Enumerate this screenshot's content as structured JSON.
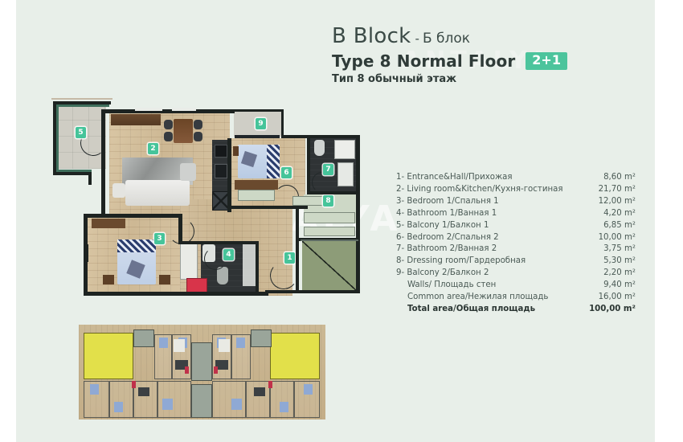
{
  "header": {
    "block_en": "B Block",
    "dash": "-",
    "block_ru": "Б блок",
    "type_en": "Type 8 Normal Floor",
    "badge": "2+1",
    "type_ru": "Тип 8 обычный этаж"
  },
  "watermark": {
    "main": "ANTALYA",
    "top_right": "ANTALYA"
  },
  "legend": {
    "rows": [
      {
        "no": "1-",
        "name": "1- Entrance&Hall/Прихожая",
        "area": "8,60 m²"
      },
      {
        "no": "2-",
        "name": "2- Living room&Kitchen/Кухня-гостиная",
        "area": "21,70 m²"
      },
      {
        "no": "3-",
        "name": "3- Bedroom 1/Спальня 1",
        "area": "12,00 m²"
      },
      {
        "no": "4-",
        "name": "4- Bathroom 1/Ванная 1",
        "area": "4,20 m²"
      },
      {
        "no": "5-",
        "name": "5- Balcony 1/Балкон 1",
        "area": "6,85 m²"
      },
      {
        "no": "6-",
        "name": "6- Bedroom 2/Спальня 2",
        "area": "10,00 m²"
      },
      {
        "no": "7-",
        "name": "7- Bathroom 2/Ванная 2",
        "area": "3,75 m²"
      },
      {
        "no": "8-",
        "name": "8- Dressing room/Гардеробная",
        "area": "5,30 m²"
      },
      {
        "no": "9-",
        "name": "9- Balcony 2/Балкон 2",
        "area": "2,20 m²"
      },
      {
        "no": "",
        "name": "Walls/ Площадь стен",
        "area": "9,40 m²"
      },
      {
        "no": "",
        "name": "Common area/Нежилая площадь",
        "area": "16,00 m²"
      },
      {
        "no": "",
        "name": "Total area/Общая площадь",
        "area": "100,00 m²"
      }
    ]
  },
  "plan": {
    "labels": {
      "l1": "1",
      "l2": "2",
      "l3": "3",
      "l4": "4",
      "l5": "5",
      "l6": "6",
      "l7": "7",
      "l8": "8",
      "l9": "9"
    }
  },
  "colors": {
    "page_bg": "#e8efe9",
    "accent_badge": "#4cc49c",
    "label_badge": "#46c49a",
    "text": "#3b4a46",
    "legend_text": "#4a5a55",
    "key_highlight": "#e2e04a",
    "wall": "#1d2321",
    "terrace": "#8d9c78"
  }
}
